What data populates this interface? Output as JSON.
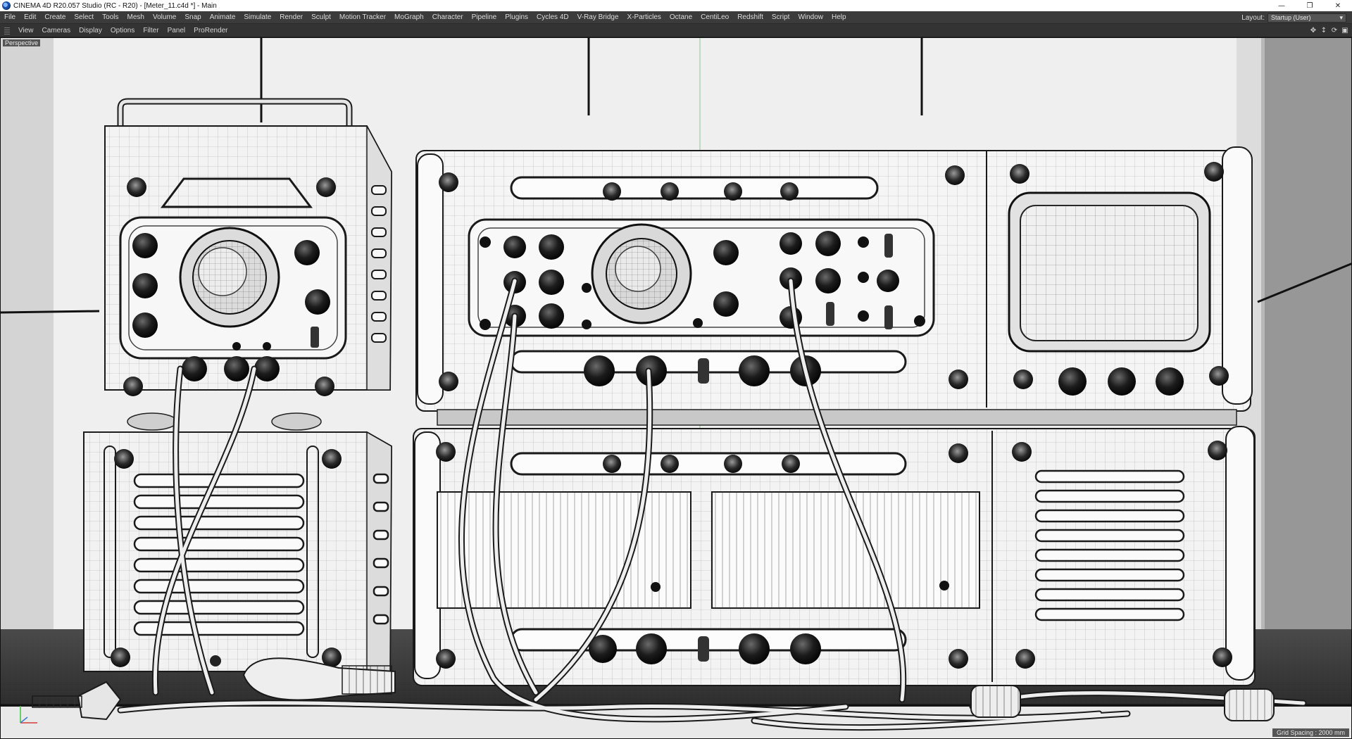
{
  "window": {
    "title": "CINEMA 4D R20.057 Studio (RC - R20) - [Meter_11.c4d *] - Main",
    "controls": [
      "—",
      "❐",
      "✕"
    ]
  },
  "menubar": {
    "items": [
      "File",
      "Edit",
      "Create",
      "Select",
      "Tools",
      "Mesh",
      "Volume",
      "Snap",
      "Animate",
      "Simulate",
      "Render",
      "Sculpt",
      "Motion Tracker",
      "MoGraph",
      "Character",
      "Pipeline",
      "Plugins",
      "Cycles 4D",
      "V-Ray Bridge",
      "X-Particles",
      "Octane",
      "CentiLeo",
      "Redshift",
      "Script",
      "Window",
      "Help"
    ],
    "layout_label": "Layout:",
    "layout_value": "Startup (User)"
  },
  "viewbar": {
    "items": [
      "View",
      "Cameras",
      "Display",
      "Options",
      "Filter",
      "Panel",
      "ProRender"
    ]
  },
  "viewport": {
    "label": "Perspective",
    "grid_spacing": "Grid Spacing : 2000 mm",
    "colors": {
      "background": "#efefef",
      "wire": "#1a1a1a",
      "surface": "#f4f4f4",
      "floor": "#3a3a3a"
    }
  }
}
